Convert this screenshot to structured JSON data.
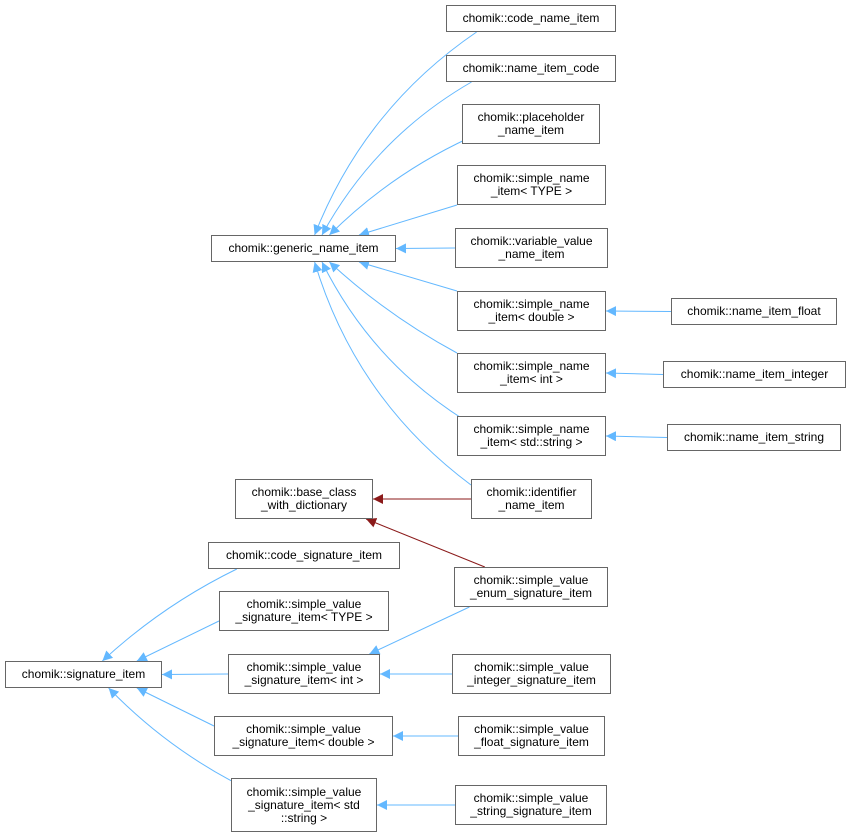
{
  "colors": {
    "public_inheritance": "#63b8ff",
    "protected_inheritance": "#8b1a1a",
    "node_border": "#666666",
    "background": "#ffffff"
  },
  "nodes": {
    "generic_name_item": [
      "chomik::generic_name_item"
    ],
    "code_name_item": [
      "chomik::code_name_item"
    ],
    "name_item_code": [
      "chomik::name_item_code"
    ],
    "placeholder_name_item": [
      "chomik::placeholder",
      "_name_item"
    ],
    "simple_name_item_type": [
      "chomik::simple_name",
      "_item< TYPE >"
    ],
    "variable_value_name_item": [
      "chomik::variable_value",
      "_name_item"
    ],
    "simple_name_item_double": [
      "chomik::simple_name",
      "_item< double >"
    ],
    "simple_name_item_int": [
      "chomik::simple_name",
      "_item< int >"
    ],
    "simple_name_item_string": [
      "chomik::simple_name",
      "_item< std::string >"
    ],
    "identifier_name_item": [
      "chomik::identifier",
      "_name_item"
    ],
    "name_item_float": [
      "chomik::name_item_float"
    ],
    "name_item_integer": [
      "chomik::name_item_integer"
    ],
    "name_item_string": [
      "chomik::name_item_string"
    ],
    "base_class_with_dictionary": [
      "chomik::base_class",
      "_with_dictionary"
    ],
    "code_signature_item": [
      "chomik::code_signature_item"
    ],
    "simple_value_signature_item_type": [
      "chomik::simple_value",
      "_signature_item< TYPE >"
    ],
    "simple_value_enum_signature_item": [
      "chomik::simple_value",
      "_enum_signature_item"
    ],
    "signature_item": [
      "chomik::signature_item"
    ],
    "simple_value_signature_item_int": [
      "chomik::simple_value",
      "_signature_item< int >"
    ],
    "simple_value_integer_signature_item": [
      "chomik::simple_value",
      "_integer_signature_item"
    ],
    "simple_value_signature_item_double": [
      "chomik::simple_value",
      "_signature_item< double >"
    ],
    "simple_value_float_signature_item": [
      "chomik::simple_value",
      "_float_signature_item"
    ],
    "simple_value_signature_item_std_string": [
      "chomik::simple_value",
      "_signature_item< std",
      "::string >"
    ],
    "simple_value_string_signature_item": [
      "chomik::simple_value",
      "_string_signature_item"
    ]
  },
  "edges": [
    {
      "from": "code_name_item",
      "to": "generic_name_item",
      "kind": "public_inheritance"
    },
    {
      "from": "name_item_code",
      "to": "generic_name_item",
      "kind": "public_inheritance"
    },
    {
      "from": "placeholder_name_item",
      "to": "generic_name_item",
      "kind": "public_inheritance"
    },
    {
      "from": "simple_name_item_type",
      "to": "generic_name_item",
      "kind": "public_inheritance"
    },
    {
      "from": "variable_value_name_item",
      "to": "generic_name_item",
      "kind": "public_inheritance"
    },
    {
      "from": "simple_name_item_double",
      "to": "generic_name_item",
      "kind": "public_inheritance"
    },
    {
      "from": "simple_name_item_int",
      "to": "generic_name_item",
      "kind": "public_inheritance"
    },
    {
      "from": "simple_name_item_string",
      "to": "generic_name_item",
      "kind": "public_inheritance"
    },
    {
      "from": "identifier_name_item",
      "to": "generic_name_item",
      "kind": "public_inheritance"
    },
    {
      "from": "name_item_float",
      "to": "simple_name_item_double",
      "kind": "public_inheritance"
    },
    {
      "from": "name_item_integer",
      "to": "simple_name_item_int",
      "kind": "public_inheritance"
    },
    {
      "from": "name_item_string",
      "to": "simple_name_item_string",
      "kind": "public_inheritance"
    },
    {
      "from": "identifier_name_item",
      "to": "base_class_with_dictionary",
      "kind": "protected_inheritance"
    },
    {
      "from": "simple_value_enum_signature_item",
      "to": "base_class_with_dictionary",
      "kind": "protected_inheritance"
    },
    {
      "from": "code_signature_item",
      "to": "signature_item",
      "kind": "public_inheritance"
    },
    {
      "from": "simple_value_signature_item_type",
      "to": "signature_item",
      "kind": "public_inheritance"
    },
    {
      "from": "simple_value_signature_item_int",
      "to": "signature_item",
      "kind": "public_inheritance"
    },
    {
      "from": "simple_value_signature_item_double",
      "to": "signature_item",
      "kind": "public_inheritance"
    },
    {
      "from": "simple_value_signature_item_std_string",
      "to": "signature_item",
      "kind": "public_inheritance"
    },
    {
      "from": "simple_value_enum_signature_item",
      "to": "simple_value_signature_item_int",
      "kind": "public_inheritance"
    },
    {
      "from": "simple_value_integer_signature_item",
      "to": "simple_value_signature_item_int",
      "kind": "public_inheritance"
    },
    {
      "from": "simple_value_float_signature_item",
      "to": "simple_value_signature_item_double",
      "kind": "public_inheritance"
    },
    {
      "from": "simple_value_string_signature_item",
      "to": "simple_value_signature_item_std_string",
      "kind": "public_inheritance"
    }
  ]
}
